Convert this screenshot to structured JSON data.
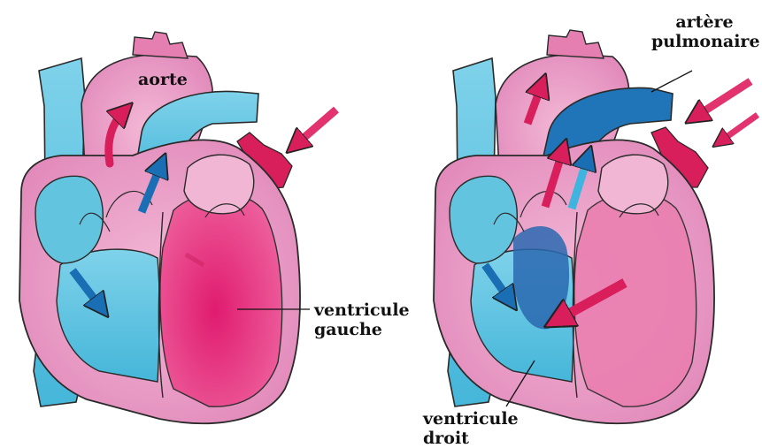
{
  "labels": {
    "aorte": "aorte",
    "artere_line1": "artère",
    "artere_line2": "pulmonaire",
    "vg_line1": "ventricule",
    "vg_line2": "gauche",
    "vd_line1": "ventricule",
    "vd_line2": "droit"
  },
  "colors": {
    "blue": "#5bc3df",
    "blue_dark": "#1a6fb4",
    "pink": "#e8a0c8",
    "magenta": "#d81e5b",
    "outline": "#2a2a2a"
  }
}
